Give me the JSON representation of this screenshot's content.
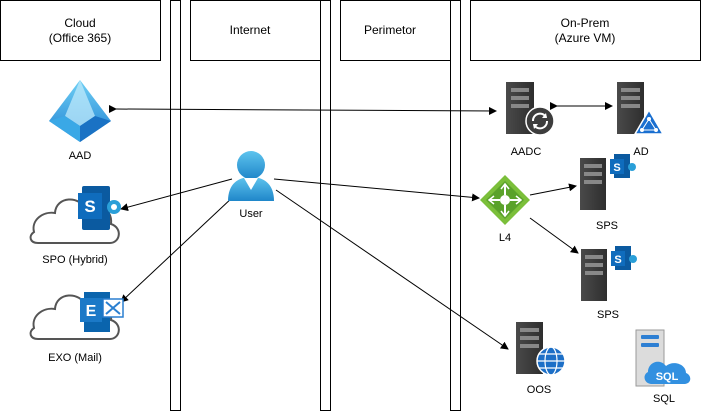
{
  "lanes": {
    "cloud": {
      "title": "Cloud",
      "subtitle": "(Office 365)"
    },
    "internet": {
      "title": "Internet"
    },
    "perimeter": {
      "title": "Perimetor"
    },
    "onprem": {
      "title": "On-Prem",
      "subtitle": "(Azure VM)"
    }
  },
  "nodes": {
    "aad": {
      "label": "AAD"
    },
    "spo": {
      "label": "SPO (Hybrid)"
    },
    "exo": {
      "label": "EXO (Mail)"
    },
    "user": {
      "label": "User"
    },
    "aadc": {
      "label": "AADC"
    },
    "ad": {
      "label": "AD"
    },
    "l4": {
      "label": "L4"
    },
    "sps1": {
      "label": "SPS"
    },
    "sps2": {
      "label": "SPS"
    },
    "oos": {
      "label": "OOS"
    },
    "sql": {
      "label": "SQL"
    }
  },
  "icons": {
    "aad": "azure-active-directory-icon",
    "spo": "sharepoint-cloud-icon",
    "exo": "exchange-cloud-icon",
    "user": "user-icon",
    "aadc": "server-sync-icon",
    "ad": "server-ad-icon",
    "l4": "load-balancer-icon",
    "sps": "server-sharepoint-icon",
    "oos": "server-globe-icon",
    "sql": "sql-database-icon"
  },
  "colors": {
    "azure_blue": "#3a9bd9",
    "sharepoint_blue": "#0f6cbd",
    "exchange_blue": "#0a64ad",
    "lb_green": "#7bbf3a",
    "server_dark": "#3b3b3b",
    "sql_blue": "#2d7fd3"
  }
}
